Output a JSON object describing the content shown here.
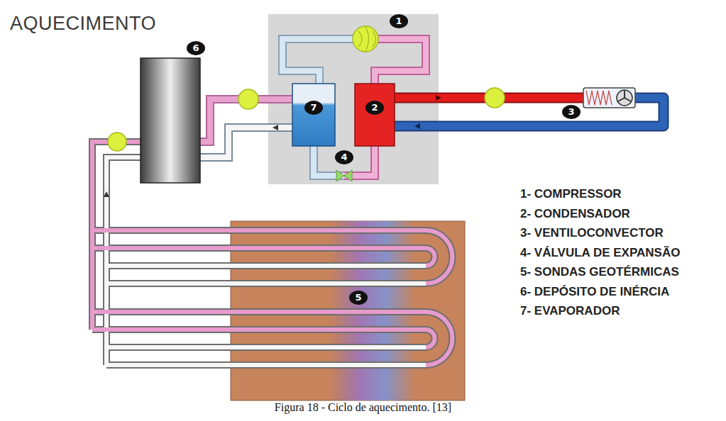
{
  "diagram": {
    "title": "AQUECIMENTO",
    "caption": "Figura 18 - Ciclo de aquecimento. [13]",
    "labels": [
      "1",
      "2",
      "3",
      "4",
      "5",
      "6",
      "7",
      "1- COMPRESSOR",
      "2- CONDENSADOR",
      "3- VENTILOCONVECTOR",
      "4- VÁLVULA DE EXPANSÃO",
      "5- SONDAS GEOTÉRMICAS",
      "6- DEPÓSITO DE INÉRCIA",
      "7- EVAPORADOR"
    ]
  }
}
